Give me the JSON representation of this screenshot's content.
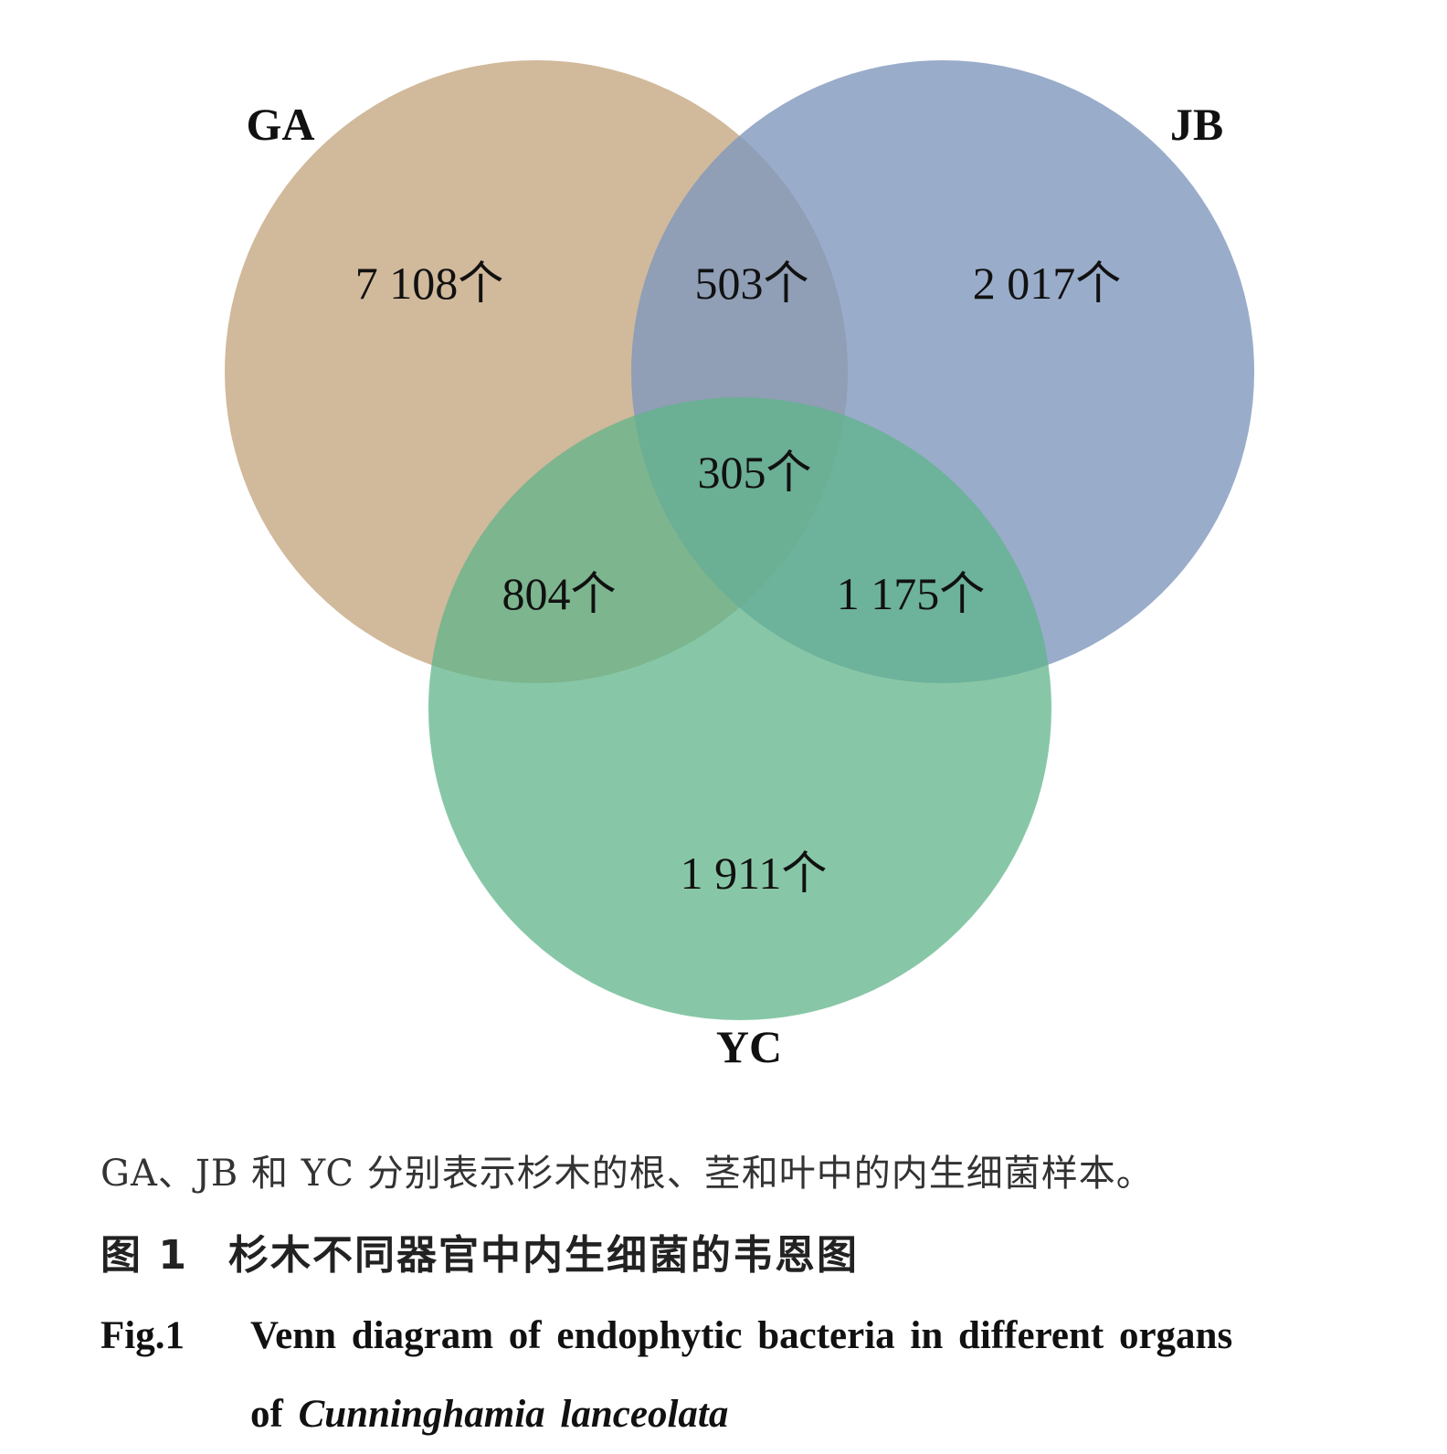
{
  "diagram": {
    "type": "venn",
    "sets": [
      {
        "id": "GA",
        "label": "GA",
        "color": "#c2a27a"
      },
      {
        "id": "JB",
        "label": "JB",
        "color": "#7f97bd"
      },
      {
        "id": "YC",
        "label": "YC",
        "color": "#5fb48a"
      }
    ],
    "regions": {
      "ga_only": "7 108个",
      "jb_only": "2 017个",
      "yc_only": "1 911个",
      "ga_jb": "503个",
      "ga_yc": "804个",
      "jb_yc": "1 175个",
      "all": "305个"
    }
  },
  "caption": {
    "note": "GA、JB 和 YC 分别表示杉木的根、茎和叶中的内生细菌样本。",
    "cn_fig": "图 1",
    "cn_title": "杉木不同器官中内生细菌的韦恩图",
    "en_fig": "Fig.1",
    "en_title_line1": "Venn diagram of endophytic bacteria in different organs",
    "en_title_line2_prefix": "of",
    "en_title_line2_italic": "Cunninghamia lanceolata"
  }
}
